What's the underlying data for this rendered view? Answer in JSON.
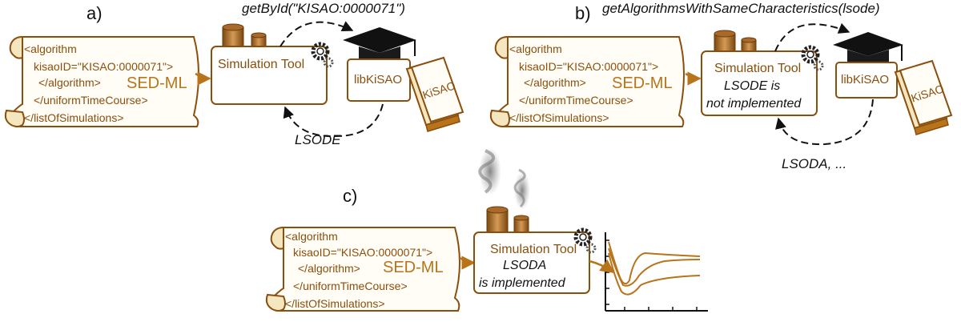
{
  "colors": {
    "brown": "#8a4f0d",
    "light_brown": "#b8741a",
    "paper_fill": "#fffdf6",
    "paper_shade": "#f4e7c0",
    "black": "#111111"
  },
  "panel_a": {
    "label": "a)",
    "call": "getById(\"KISAO:0000071\")",
    "xml_lines": [
      "<algorithm",
      "kisaoID=\"KISAO:0000071\">",
      "</algorithm>",
      "</uniformTimeCourse>",
      "</listOfSimulations>"
    ],
    "sedml": "SED-ML",
    "tool_title": "Simulation Tool",
    "lib": "libKiSAO",
    "kisao": "KiSAO",
    "return_value": "LSODE"
  },
  "panel_b": {
    "label": "b)",
    "call": "getAlgorithmsWithSameCharacteristics(lsode)",
    "xml_lines": [
      "<algorithm",
      "kisaoID=\"KISAO:0000071\">",
      "</algorithm>",
      "</uniformTimeCourse>",
      "</listOfSimulations>"
    ],
    "sedml": "SED-ML",
    "tool_title": "Simulation Tool",
    "tool_status_1": "LSODE is",
    "tool_status_2": "not implemented",
    "lib": "libKiSAO",
    "kisao": "KiSAO",
    "return_value": "LSODA, ..."
  },
  "panel_c": {
    "label": "c)",
    "xml_lines": [
      "<algorithm",
      "kisaoID=\"KISAO:0000071\">",
      "</algorithm>",
      "</uniformTimeCourse>",
      "</listOfSimulations>"
    ],
    "sedml": "SED-ML",
    "tool_title": "Simulation Tool",
    "tool_status_1": "LSODA",
    "tool_status_2": "is implemented"
  },
  "icons": [
    "scroll-icon",
    "factory-chimney-icon",
    "gear-icon",
    "graduation-cap-icon",
    "book-icon",
    "smoke-icon",
    "plot-icon",
    "arrow-icon"
  ]
}
